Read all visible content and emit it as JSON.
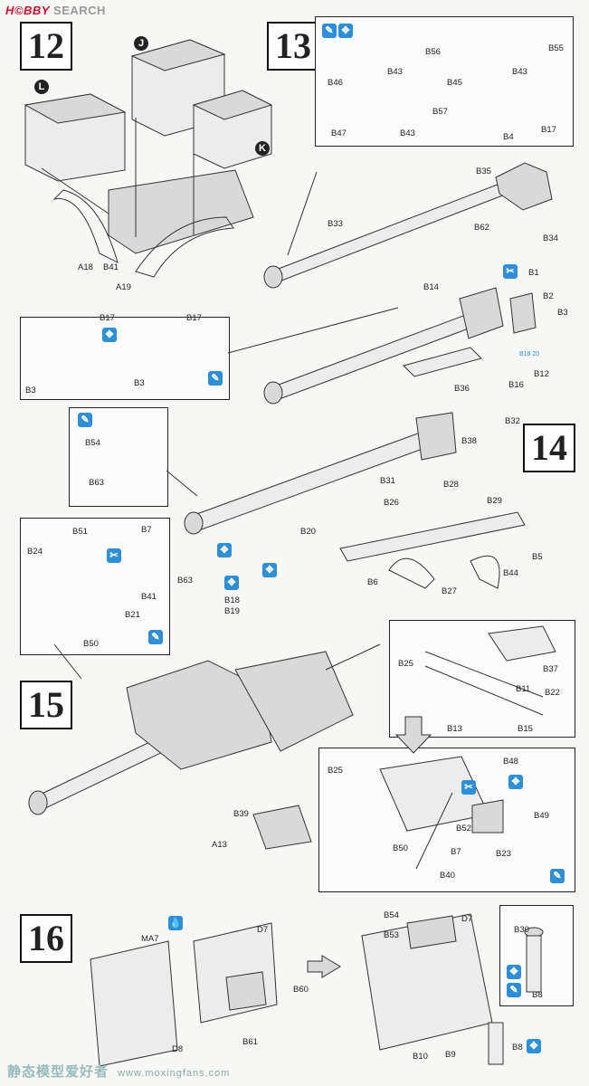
{
  "header": {
    "brand": "H©BBY",
    "word": "SEARCH"
  },
  "steps": [
    "12",
    "13",
    "14",
    "15",
    "16"
  ],
  "callouts": [
    "L",
    "J",
    "K"
  ],
  "icons": {
    "glue": "glue-icon",
    "paint": "paint-icon",
    "cut": "cut-icon",
    "choose": "choose-icon"
  },
  "labels": {
    "s12": [
      "A18",
      "B41",
      "A19"
    ],
    "s13_top": [
      "B56",
      "B43",
      "B46",
      "B45",
      "B43",
      "B55",
      "B57",
      "B47",
      "B43"
    ],
    "s13_barrel": [
      "B4",
      "B17",
      "B35",
      "B33",
      "B62",
      "B34"
    ],
    "s13_breech": [
      "B14",
      "B1",
      "B2",
      "B3",
      "B12",
      "B16",
      "B36"
    ],
    "s13_detail": [
      "B17",
      "B17",
      "B3",
      "B3"
    ],
    "s14_detail": [
      "B54",
      "B63"
    ],
    "s14": [
      "B32",
      "B38",
      "B31",
      "B28",
      "B26",
      "B29",
      "B20",
      "B5",
      "B44",
      "B6",
      "B27",
      "B63",
      "B18",
      "B19"
    ],
    "s14_left": [
      "B51",
      "B7",
      "B24",
      "B41",
      "B21",
      "B50"
    ],
    "s15_right": [
      "B25",
      "B37",
      "B11",
      "B22",
      "B13",
      "B15",
      "B48",
      "B25",
      "B52",
      "B49",
      "B50",
      "B7",
      "B23",
      "B40"
    ],
    "s15": [
      "B39",
      "A13"
    ],
    "s16": [
      "MA7",
      "D7",
      "B60",
      "B61",
      "D8",
      "B54",
      "D7",
      "B53",
      "B30",
      "B8",
      "B10",
      "B9",
      "B8"
    ],
    "small_tag": "B18 20"
  },
  "watermark": {
    "cn": "静态模型爱好者",
    "url": "www.moxingfans.com"
  }
}
